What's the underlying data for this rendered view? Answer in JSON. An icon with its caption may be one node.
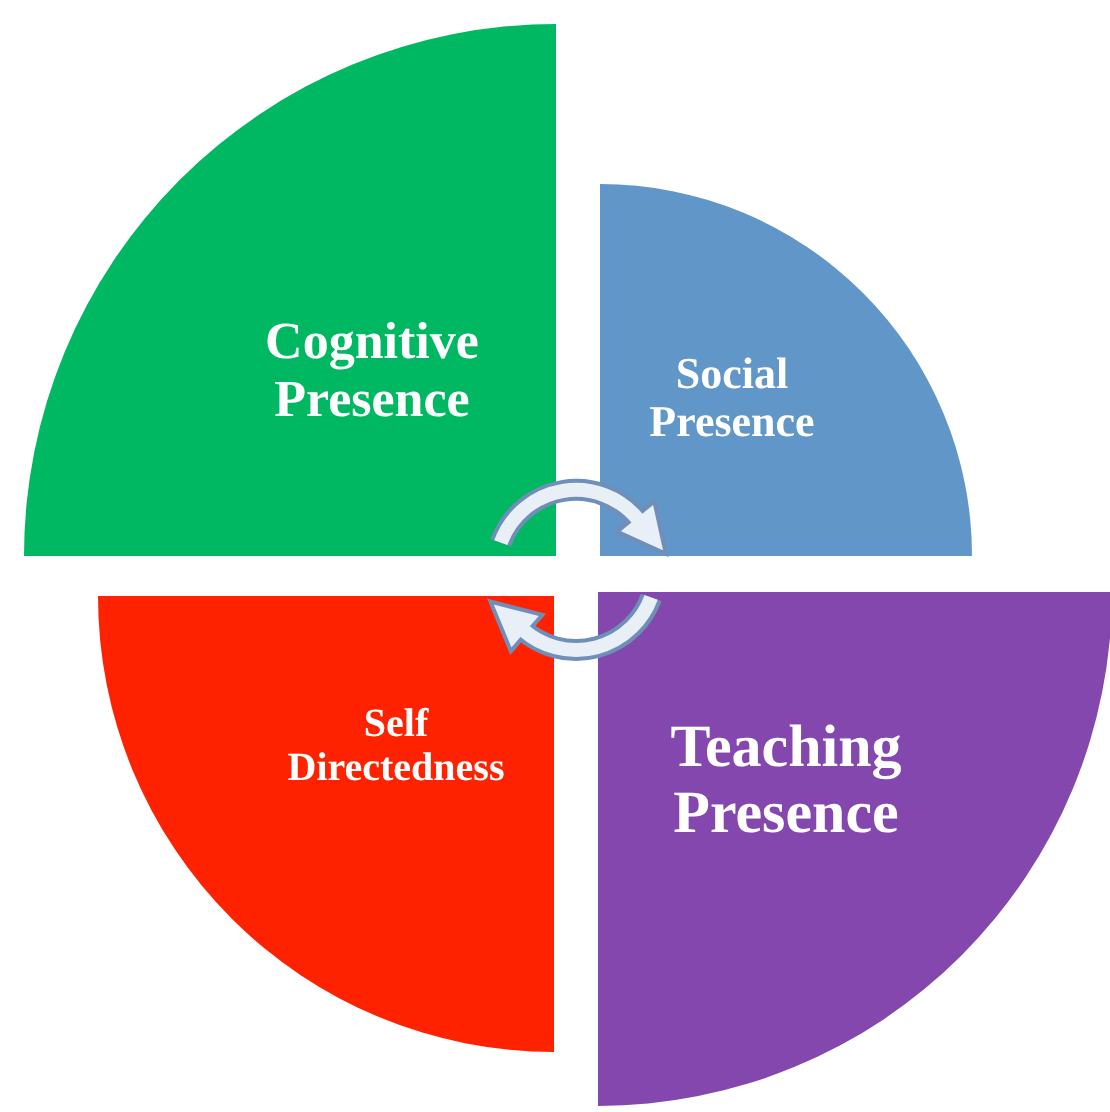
{
  "diagram": {
    "nodes": [
      {
        "text": [
          "Cognitive Presence"
        ]
      },
      {
        "text": [
          "Social Presence"
        ]
      },
      {
        "text": [
          "Self Directedness"
        ]
      },
      {
        "text": [
          "Teaching Presence"
        ]
      }
    ],
    "edges": [
      {
        "from": 0,
        "to": 1,
        "arrow": "to"
      },
      {
        "from": 3,
        "to": 2,
        "arrow": "to"
      }
    ]
  }
}
